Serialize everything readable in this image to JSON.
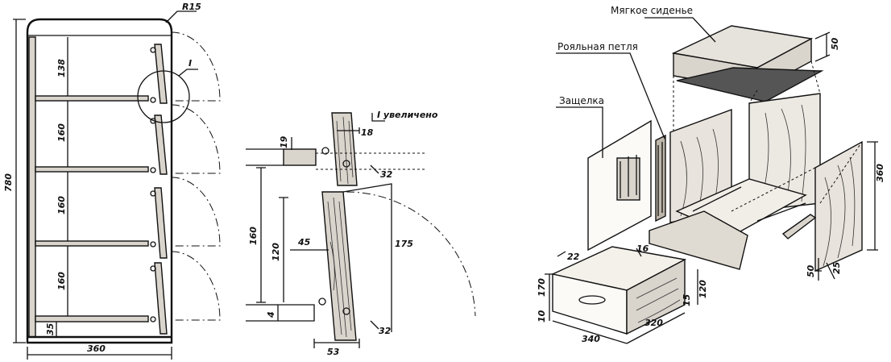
{
  "left_drawing": {
    "radius_label": "R15",
    "height": "780",
    "width": "360",
    "shelf_gaps": [
      "138",
      "160",
      "160",
      "160"
    ],
    "bottom_gap": "35",
    "detail_marker": "I"
  },
  "detail_drawing": {
    "title": "I увеличено",
    "dims": {
      "d18": "18",
      "d19": "19",
      "d32_top": "32",
      "d160": "160",
      "d120": "120",
      "d45": "45",
      "d175": "175",
      "d4": "4",
      "d32_bottom": "32",
      "d53": "53"
    }
  },
  "right_drawing": {
    "label_seat": "Мягкое сиденье",
    "label_hinge": "Рояльная петля",
    "label_latch": "Защелка",
    "dims": {
      "seat_thickness": "50",
      "side_height": "360",
      "d50": "50",
      "d25": "25",
      "d22": "22",
      "d170": "170",
      "d10": "10",
      "d340": "340",
      "d320": "320",
      "d16": "16",
      "d15": "15",
      "d120": "120"
    }
  }
}
